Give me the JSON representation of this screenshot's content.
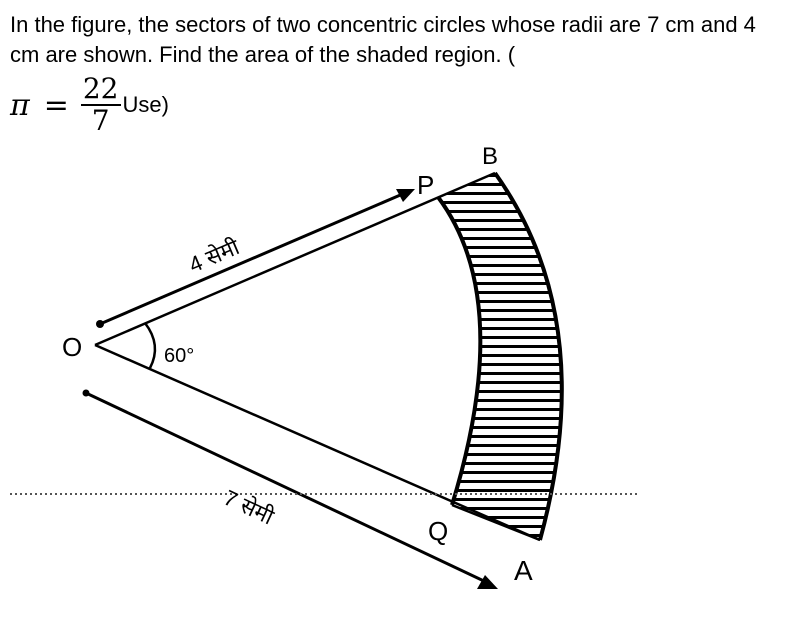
{
  "question": {
    "text": "In the figure, the sectors of two concentric circles whose radii are 7 cm and 4 cm are shown. Find the area of the shaded region. (",
    "pi_symbol": "π",
    "equals": "=",
    "numerator": "22",
    "denominator": "7",
    "use_text": "Use)"
  },
  "figure": {
    "labels": {
      "o": "O",
      "p": "P",
      "b": "B",
      "q": "Q",
      "a": "A",
      "angle": "60°",
      "radius_inner": "4 सेमी",
      "radius_outer": "7 सेमी"
    },
    "colors": {
      "ink": "#000000",
      "dotted_line": "#555555"
    }
  }
}
